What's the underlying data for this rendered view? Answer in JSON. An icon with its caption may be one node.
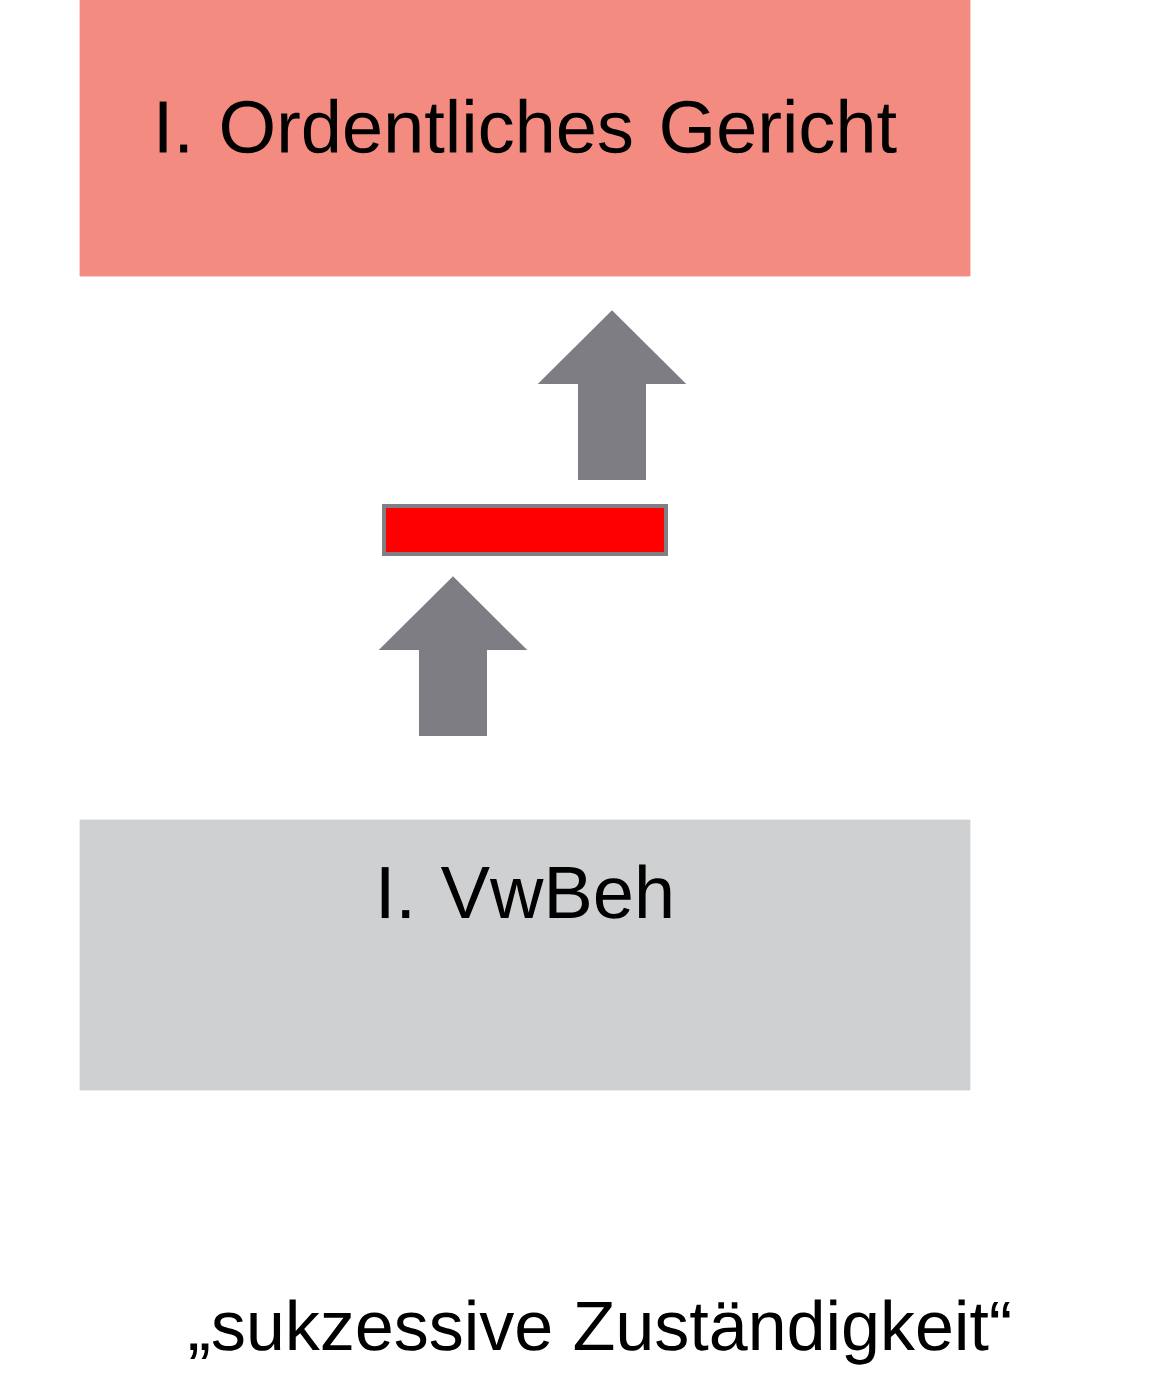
{
  "diagram": {
    "caption": "„sukzessive Zuständigkeit“",
    "nodes": [
      {
        "text": [
          "I. Ordentliches Gericht"
        ]
      },
      {
        "text": [],
        "shape": "bar"
      },
      {
        "text": [
          "I. VwBeh"
        ]
      }
    ],
    "edges": [
      {
        "from": 2,
        "to": 1,
        "arrow": "to"
      },
      {
        "from": 1,
        "to": 0,
        "arrow": "to"
      }
    ]
  }
}
